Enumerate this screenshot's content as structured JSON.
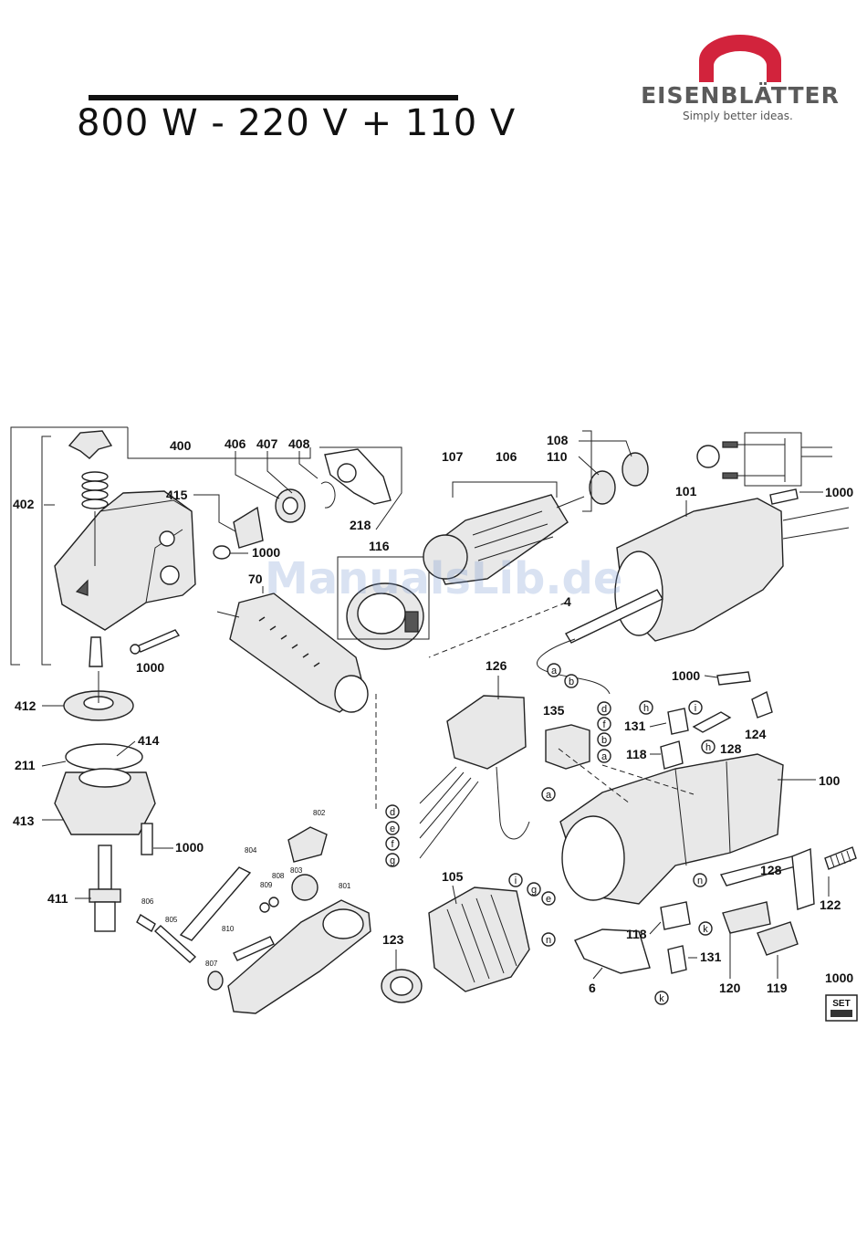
{
  "header": {
    "title": "800 W - 220 V + 110 V",
    "brand": {
      "name": "EISENBLÄTTER",
      "tagline": "Simply better ideas.",
      "accent_color": "#d2233c"
    }
  },
  "watermark": "ManualsLib.de",
  "callouts": [
    {
      "id": "402",
      "text": "402"
    },
    {
      "id": "400",
      "text": "400"
    },
    {
      "id": "406",
      "text": "406"
    },
    {
      "id": "407",
      "text": "407"
    },
    {
      "id": "408",
      "text": "408"
    },
    {
      "id": "415",
      "text": "415"
    },
    {
      "id": "1000a",
      "text": "1000"
    },
    {
      "id": "218",
      "text": "218"
    },
    {
      "id": "116",
      "text": "116"
    },
    {
      "id": "70",
      "text": "70"
    },
    {
      "id": "1000b",
      "text": "1000"
    },
    {
      "id": "107",
      "text": "107"
    },
    {
      "id": "106",
      "text": "106"
    },
    {
      "id": "108",
      "text": "108"
    },
    {
      "id": "110",
      "text": "110"
    },
    {
      "id": "1000c",
      "text": "1000"
    },
    {
      "id": "101",
      "text": "101"
    },
    {
      "id": "4",
      "text": "4"
    },
    {
      "id": "412",
      "text": "412"
    },
    {
      "id": "414",
      "text": "414"
    },
    {
      "id": "211",
      "text": "211"
    },
    {
      "id": "413",
      "text": "413"
    },
    {
      "id": "1000d",
      "text": "1000"
    },
    {
      "id": "411",
      "text": "411"
    },
    {
      "id": "126",
      "text": "126"
    },
    {
      "id": "135",
      "text": "135"
    },
    {
      "id": "1000e",
      "text": "1000"
    },
    {
      "id": "131a",
      "text": "131"
    },
    {
      "id": "118a",
      "text": "118"
    },
    {
      "id": "128a",
      "text": "128"
    },
    {
      "id": "124",
      "text": "124"
    },
    {
      "id": "100",
      "text": "100"
    },
    {
      "id": "105",
      "text": "105"
    },
    {
      "id": "123",
      "text": "123"
    },
    {
      "id": "6",
      "text": "6"
    },
    {
      "id": "118b",
      "text": "118"
    },
    {
      "id": "128b",
      "text": "128"
    },
    {
      "id": "122",
      "text": "122"
    },
    {
      "id": "131b",
      "text": "131"
    },
    {
      "id": "120",
      "text": "120"
    },
    {
      "id": "119",
      "text": "119"
    },
    {
      "id": "1000f",
      "text": "1000"
    }
  ],
  "small_callouts": [
    {
      "id": "802",
      "text": "802"
    },
    {
      "id": "804",
      "text": "804"
    },
    {
      "id": "808",
      "text": "808"
    },
    {
      "id": "809",
      "text": "809"
    },
    {
      "id": "803",
      "text": "803"
    },
    {
      "id": "801",
      "text": "801"
    },
    {
      "id": "806",
      "text": "806"
    },
    {
      "id": "805",
      "text": "805"
    },
    {
      "id": "810",
      "text": "810"
    },
    {
      "id": "807",
      "text": "807"
    }
  ],
  "wire_markers": [
    {
      "id": "a1",
      "text": "a"
    },
    {
      "id": "b1",
      "text": "b"
    },
    {
      "id": "d1",
      "text": "d"
    },
    {
      "id": "f1",
      "text": "f"
    },
    {
      "id": "b2",
      "text": "b"
    },
    {
      "id": "a2",
      "text": "a"
    },
    {
      "id": "h1",
      "text": "h"
    },
    {
      "id": "i1",
      "text": "i"
    },
    {
      "id": "h2",
      "text": "h"
    },
    {
      "id": "d2",
      "text": "d"
    },
    {
      "id": "e1",
      "text": "e"
    },
    {
      "id": "f2",
      "text": "f"
    },
    {
      "id": "g1",
      "text": "g"
    },
    {
      "id": "a3",
      "text": "a"
    },
    {
      "id": "i2",
      "text": "i"
    },
    {
      "id": "g2",
      "text": "g"
    },
    {
      "id": "e2",
      "text": "e"
    },
    {
      "id": "n1",
      "text": "n"
    },
    {
      "id": "n2",
      "text": "n"
    },
    {
      "id": "k1",
      "text": "k"
    },
    {
      "id": "k2",
      "text": "k"
    }
  ],
  "set_label": "SET"
}
